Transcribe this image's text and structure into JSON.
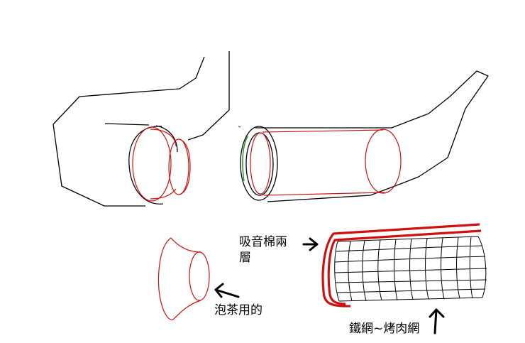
{
  "colors": {
    "outline": "#000000",
    "part": "#d01010",
    "highlight": "#1a8a1a",
    "background": "#ffffff"
  },
  "labels": {
    "sound_absorbing_line1": "吸音棉兩",
    "sound_absorbing_line2": "層",
    "tea_cup": "泡茶用的",
    "mesh": "鐵網~烤肉網"
  },
  "icons": {
    "arrow_to_absorber": "arrow-right-icon",
    "arrow_to_cup": "arrow-left-icon",
    "arrow_to_mesh": "arrow-up-icon"
  }
}
